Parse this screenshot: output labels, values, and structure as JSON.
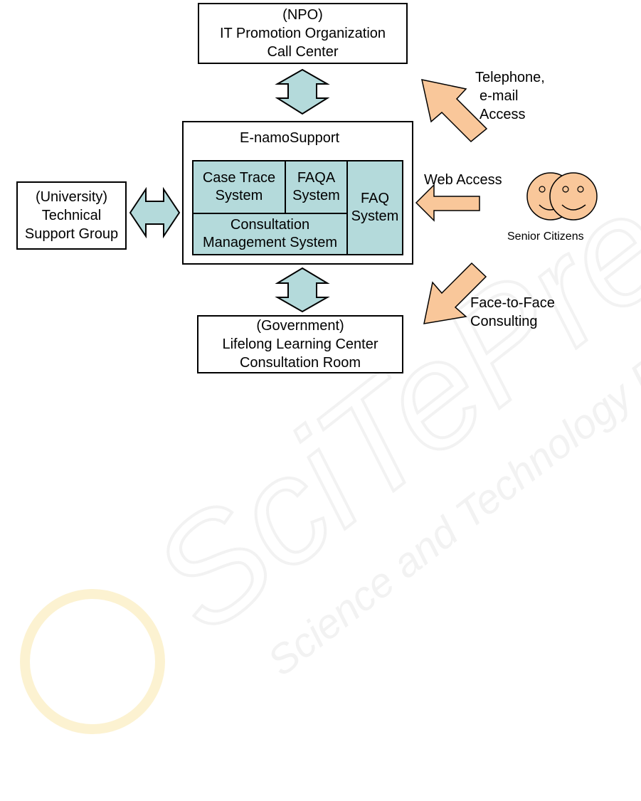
{
  "diagram": {
    "npo_box": {
      "line1": "(NPO)",
      "line2": "IT Promotion Organization",
      "line3": "Call Center"
    },
    "university_box": {
      "line1": "(University)",
      "line2": "Technical",
      "line3": "Support Group"
    },
    "government_box": {
      "line1": "(Government)",
      "line2": "Lifelong Learning Center",
      "line3": "Consultation Room"
    },
    "enamo": {
      "title": "E-namoSupport",
      "case_trace": {
        "line1": "Case Trace",
        "line2": "System"
      },
      "faqa": {
        "line1": "FAQA",
        "line2": "System"
      },
      "faq": {
        "line1": "FAQ",
        "line2": "System"
      },
      "consultation": {
        "line1": "Consultation",
        "line2": "Management System"
      }
    },
    "access_labels": {
      "telephone": {
        "line1": "Telephone,",
        "line2": "e-mail",
        "line3": "Access"
      },
      "web": "Web Access",
      "face": {
        "line1": "Face-to-Face",
        "line2": "Consulting"
      }
    },
    "senior_citizens": "Senior Citizens",
    "colors": {
      "system_fill": "#b4dadb",
      "arrow_blue": "#b4dadb",
      "arrow_orange": "#f9c79a",
      "face": "#f9c79a"
    }
  },
  "watermark": {
    "brand": "SciTePress",
    "tagline": "Science and Technology Publications"
  }
}
